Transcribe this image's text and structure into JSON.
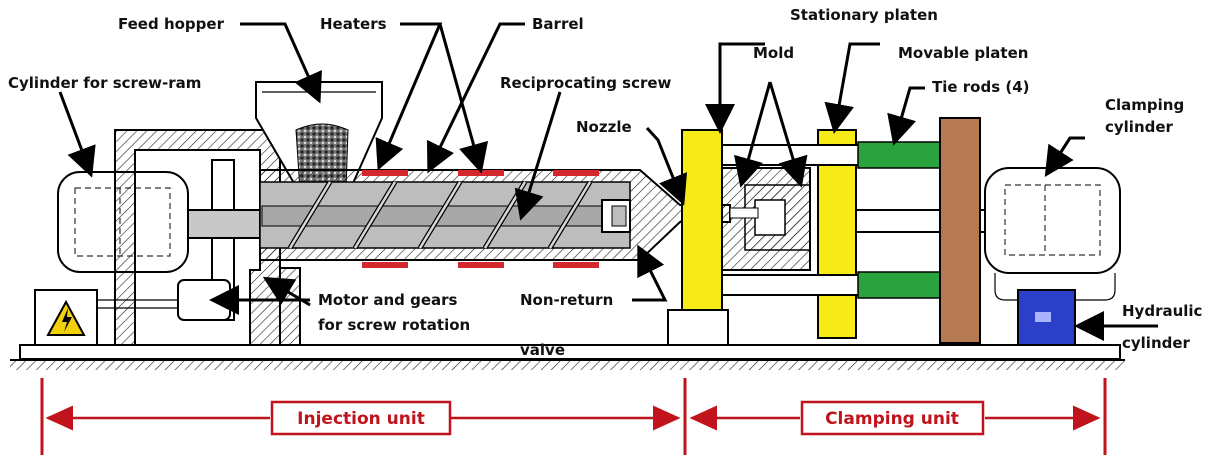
{
  "labels": {
    "feed_hopper": "Feed hopper",
    "heaters": "Heaters",
    "barrel": "Barrel",
    "stationary_platen": "Stationary platen",
    "mold": "Mold",
    "movable_platen": "Movable platen",
    "cylinder_screw_ram": "Cylinder for screw-ram",
    "reciprocating_screw": "Reciprocating screw",
    "tie_rods": "Tie rods (4)",
    "clamping_cylinder_1": "Clamping",
    "clamping_cylinder_2": "cylinder",
    "nozzle": "Nozzle",
    "motor_gears_1": "Motor and gears",
    "motor_gears_2": "for screw rotation",
    "non_return_1": "Non-return",
    "non_return_2": "valve",
    "hydraulic_cylinder_1": "Hydraulic",
    "hydraulic_cylinder_2": "cylinder"
  },
  "units": {
    "injection": "Injection unit",
    "clamping": "Clamping unit"
  },
  "colors": {
    "heater": "#d4282f",
    "platen": "#f6ea17",
    "tie_rod": "#2aa33f",
    "clamp_block": "#b57a52",
    "hydraulic": "#2b3fc9",
    "unit_red": "#c0131b",
    "barrel_fill": "#bdbdbd"
  },
  "icons": {
    "warning": "electrical-hazard-icon"
  }
}
